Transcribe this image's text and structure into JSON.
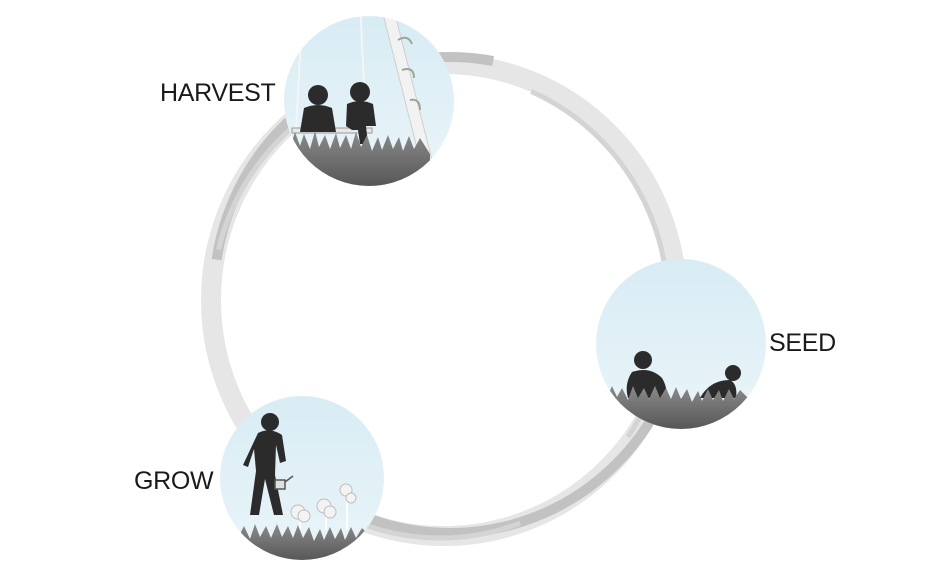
{
  "diagram": {
    "type": "cycle",
    "stages": [
      {
        "label": "HARVEST",
        "illustration": "two-children-on-swing-silhouette"
      },
      {
        "label": "SEED",
        "illustration": "two-children-sitting-in-grass-silhouette"
      },
      {
        "label": "GROW",
        "illustration": "person-watering-plants-silhouette"
      }
    ]
  },
  "colors": {
    "ring_light": "#e6e6e6",
    "ring_dark": "#c2c2c2",
    "sky_top": "#d8ecf4",
    "sky_bottom": "#eaf5f9",
    "silhouette": "#2b2b2b",
    "grass": "#6f6f6f",
    "label_text": "#1a1a1a"
  }
}
